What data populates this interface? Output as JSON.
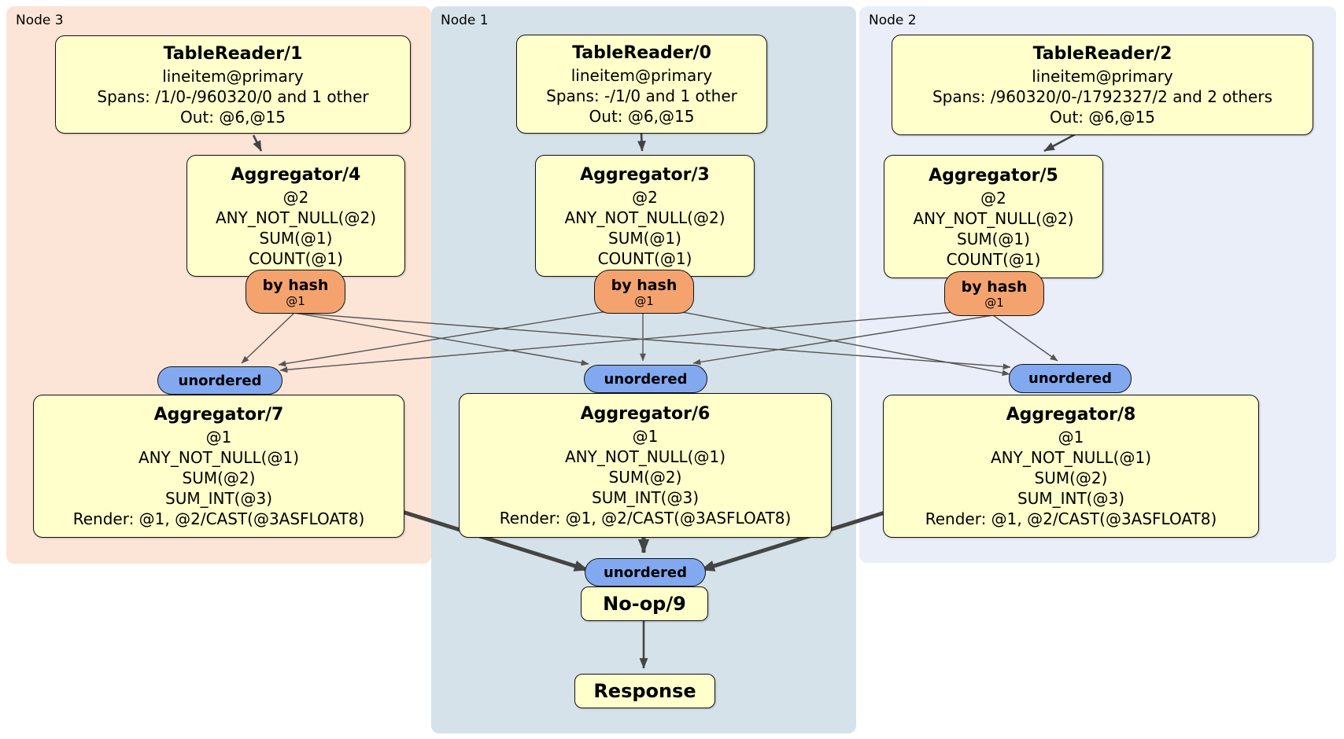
{
  "diagram": {
    "groups": [
      {
        "label": "Node 3"
      },
      {
        "label": "Node 1"
      },
      {
        "label": "Node 2"
      }
    ]
  },
  "processors": {
    "tablereader1": {
      "title": "TableReader/1",
      "rows": [
        "lineitem@primary",
        "Spans: /1/0-/960320/0 and 1 other",
        "Out: @6,@15"
      ]
    },
    "tablereader0": {
      "title": "TableReader/0",
      "rows": [
        "lineitem@primary",
        "Spans: -/1/0 and 1 other",
        "Out: @6,@15"
      ]
    },
    "tablereader2": {
      "title": "TableReader/2",
      "rows": [
        "lineitem@primary",
        "Spans: /960320/0-/1792327/2 and 2 others",
        "Out: @6,@15"
      ]
    },
    "aggregator4": {
      "title": "Aggregator/4",
      "rows": [
        "@2",
        "ANY_NOT_NULL(@2)",
        "SUM(@1)",
        "COUNT(@1)"
      ]
    },
    "aggregator3": {
      "title": "Aggregator/3",
      "rows": [
        "@2",
        "ANY_NOT_NULL(@2)",
        "SUM(@1)",
        "COUNT(@1)"
      ]
    },
    "aggregator5": {
      "title": "Aggregator/5",
      "rows": [
        "@2",
        "ANY_NOT_NULL(@2)",
        "SUM(@1)",
        "COUNT(@1)"
      ]
    },
    "aggregator7": {
      "title": "Aggregator/7",
      "rows": [
        "@1",
        "ANY_NOT_NULL(@1)",
        "SUM(@2)",
        "SUM_INT(@3)",
        "Render: @1, @2/CAST(@3ASFLOAT8)"
      ]
    },
    "aggregator6": {
      "title": "Aggregator/6",
      "rows": [
        "@1",
        "ANY_NOT_NULL(@1)",
        "SUM(@2)",
        "SUM_INT(@3)",
        "Render: @1, @2/CAST(@3ASFLOAT8)"
      ]
    },
    "aggregator8": {
      "title": "Aggregator/8",
      "rows": [
        "@1",
        "ANY_NOT_NULL(@1)",
        "SUM(@2)",
        "SUM_INT(@3)",
        "Render: @1, @2/CAST(@3ASFLOAT8)"
      ]
    },
    "noop9": {
      "title": "No-op/9"
    },
    "response": {
      "title": "Response"
    }
  },
  "routers": {
    "by_hash": [
      {
        "label": "by hash",
        "sub": "@1"
      },
      {
        "label": "by hash",
        "sub": "@1"
      },
      {
        "label": "by hash",
        "sub": "@1"
      }
    ],
    "unordered": [
      {
        "label": "unordered"
      },
      {
        "label": "unordered"
      },
      {
        "label": "unordered"
      },
      {
        "label": "unordered"
      }
    ]
  },
  "colors": {
    "group_node3_bg": "#fce4d6",
    "group_node1_bg": "#d5e2ea",
    "group_node2_bg": "#e9eef9",
    "processor_fill": "#ffffcc",
    "by_hash_fill": "#f4a36f",
    "unordered_fill": "#82a9f0",
    "edge_color": "#555555",
    "thick_edge_color": "#444444"
  }
}
